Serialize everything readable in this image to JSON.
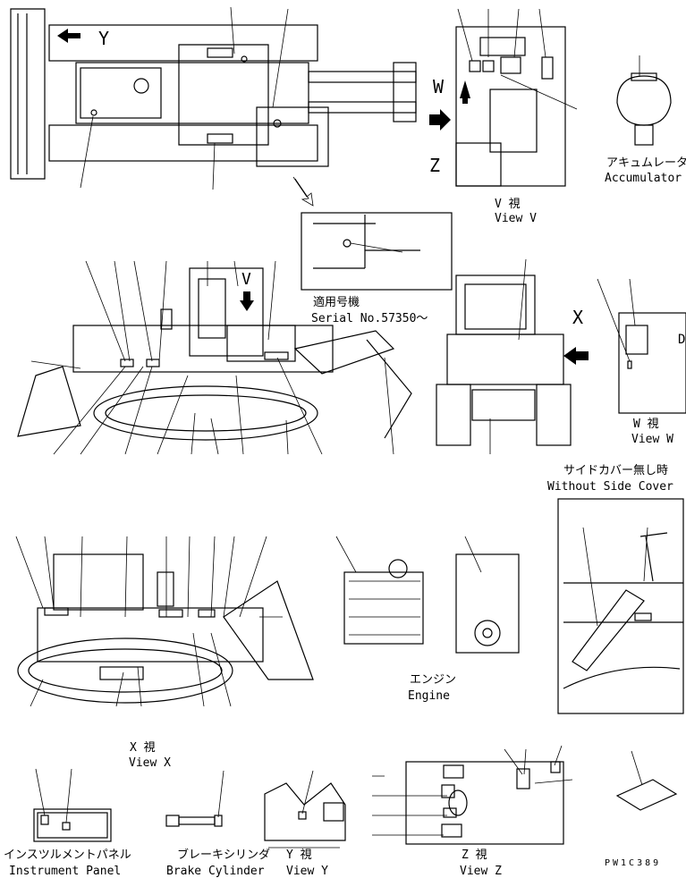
{
  "views": {
    "v": {
      "jp": "V 視",
      "en": "View V"
    },
    "w": {
      "jp": "W 視",
      "en": "View W"
    },
    "x": {
      "jp": "X 視",
      "en": "View X"
    },
    "y": {
      "jp": "Y 視",
      "en": "View Y"
    },
    "z": {
      "jp": "Z 視",
      "en": "View Z"
    }
  },
  "accumulator": {
    "jp": "アキュムレータ",
    "en": "Accumulator"
  },
  "serial": {
    "jp": "適用号機",
    "en": "Serial No.57350～"
  },
  "side_cover": {
    "jp": "サイドカバー無し時",
    "en": "Without Side Cover"
  },
  "engine": {
    "jp": "エンジン",
    "en": "Engine"
  },
  "instrument_panel": {
    "jp": "インスツルメントパネル",
    "en": "Instrument Panel"
  },
  "brake_cylinder": {
    "jp": "ブレーキシリンダ",
    "en": "Brake Cylinder"
  },
  "view_markers": {
    "y": "Y",
    "w": "W",
    "z": "Z",
    "v": "V",
    "x": "X"
  },
  "drawing_number": "PW1C389"
}
